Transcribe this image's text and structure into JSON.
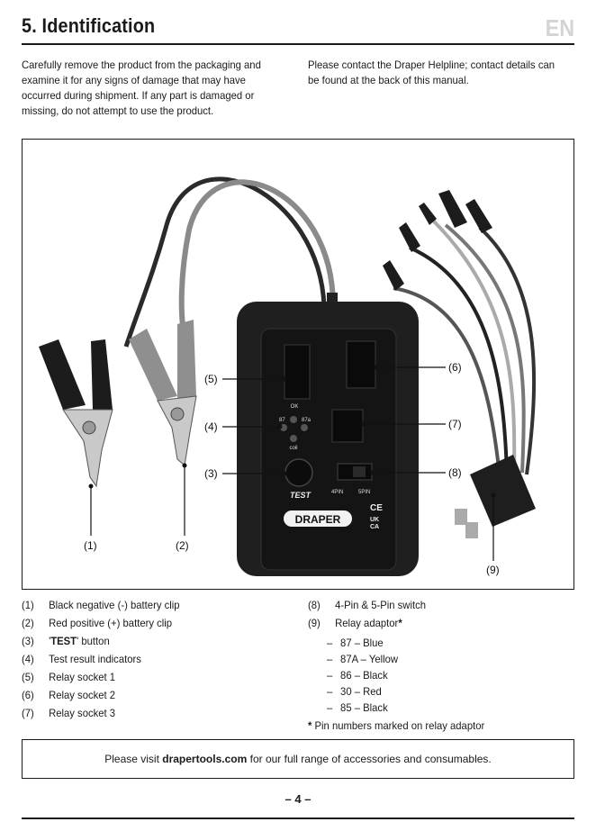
{
  "header": {
    "title": "5. Identification",
    "language": "EN"
  },
  "intro": {
    "left": "Carefully remove the product from the packaging and examine it for any signs of damage that may have occurred during shipment. If any part is damaged or missing, do not attempt to use the product.",
    "right": "Please contact the Draper Helpline; contact details can be found at the back of this manual."
  },
  "figure": {
    "callouts": [
      "(1)",
      "(2)",
      "(3)",
      "(4)",
      "(5)",
      "(6)",
      "(7)",
      "(8)",
      "(9)"
    ],
    "device": {
      "ok": "OK",
      "l87": "87",
      "l87a": "87a",
      "coil": "coil",
      "test": "TEST",
      "pin4": "4PIN",
      "pin5": "5PIN",
      "brand": "DRAPER",
      "ce": "CE",
      "ukca_top": "UK",
      "ukca_bottom": "CA"
    }
  },
  "legend": {
    "left": [
      {
        "num": "(1)",
        "text": "Black negative (-) battery clip"
      },
      {
        "num": "(2)",
        "text": "Red positive (+) battery clip"
      },
      {
        "num": "(3)",
        "pre": "'",
        "bold": "TEST",
        "text": "' button"
      },
      {
        "num": "(4)",
        "text": "Test result indicators"
      },
      {
        "num": "(5)",
        "text": "Relay socket 1"
      },
      {
        "num": "(6)",
        "text": "Relay socket 2"
      },
      {
        "num": "(7)",
        "text": "Relay socket 3"
      }
    ],
    "right": [
      {
        "num": "(8)",
        "text": "4-Pin & 5-Pin switch"
      },
      {
        "num": "(9)",
        "text": "Relay adaptor",
        "mark": " *"
      }
    ],
    "adaptor_pins": [
      {
        "dash": "–",
        "text": "87 –  Blue"
      },
      {
        "dash": "–",
        "text": "87A – Yellow"
      },
      {
        "dash": "–",
        "text": "86 – Black"
      },
      {
        "dash": "–",
        "text": "30 – Red"
      },
      {
        "dash": "–",
        "text": "85 – Black"
      }
    ],
    "note_mark": "*",
    "note": " Pin numbers marked on relay adaptor"
  },
  "footer": {
    "pre": "Please visit ",
    "link": "drapertools.com",
    "post": " for our full range of accessories and consumables."
  },
  "page": "– 4 –"
}
